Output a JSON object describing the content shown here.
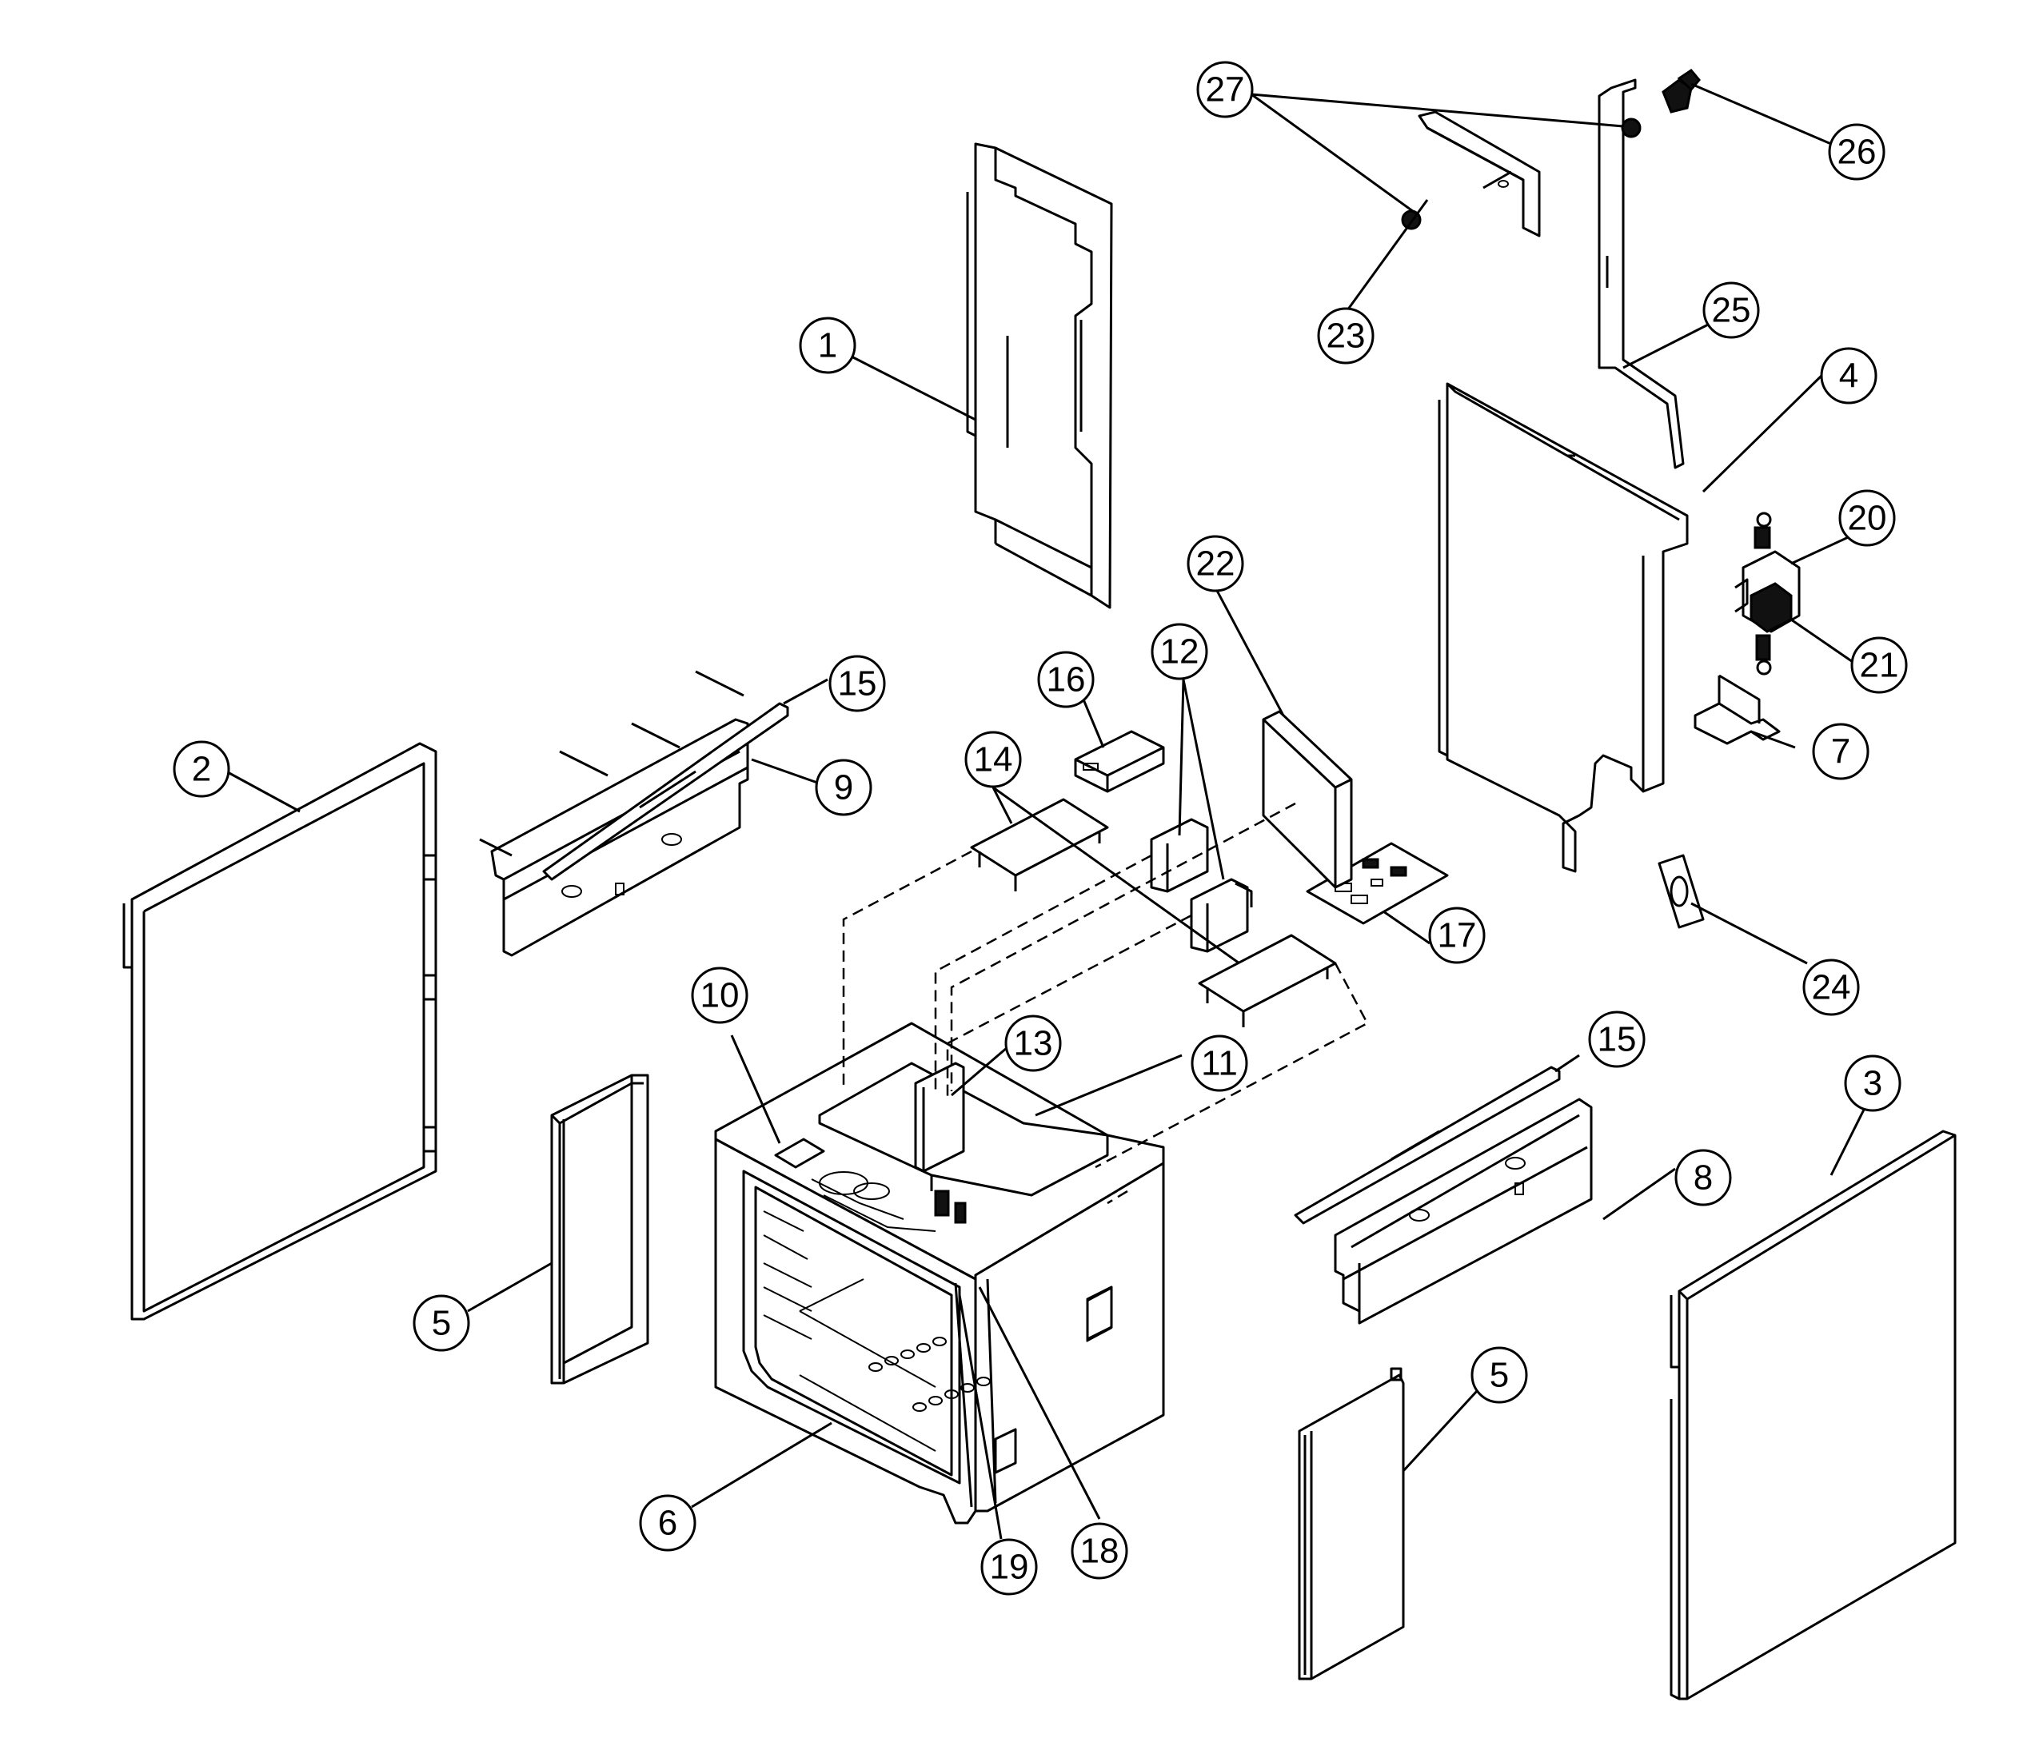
{
  "callouts": [
    {
      "id": "1",
      "label": "1"
    },
    {
      "id": "2",
      "label": "2"
    },
    {
      "id": "3",
      "label": "3"
    },
    {
      "id": "4",
      "label": "4"
    },
    {
      "id": "5a",
      "label": "5"
    },
    {
      "id": "5b",
      "label": "5"
    },
    {
      "id": "6",
      "label": "6"
    },
    {
      "id": "7",
      "label": "7"
    },
    {
      "id": "8",
      "label": "8"
    },
    {
      "id": "9",
      "label": "9"
    },
    {
      "id": "10",
      "label": "10"
    },
    {
      "id": "11",
      "label": "11"
    },
    {
      "id": "12",
      "label": "12"
    },
    {
      "id": "13",
      "label": "13"
    },
    {
      "id": "14",
      "label": "14"
    },
    {
      "id": "15a",
      "label": "15"
    },
    {
      "id": "15b",
      "label": "15"
    },
    {
      "id": "16",
      "label": "16"
    },
    {
      "id": "17",
      "label": "17"
    },
    {
      "id": "18",
      "label": "18"
    },
    {
      "id": "19",
      "label": "19"
    },
    {
      "id": "20",
      "label": "20"
    },
    {
      "id": "21",
      "label": "21"
    },
    {
      "id": "22",
      "label": "22"
    },
    {
      "id": "23",
      "label": "23"
    },
    {
      "id": "24",
      "label": "24"
    },
    {
      "id": "25",
      "label": "25"
    },
    {
      "id": "26",
      "label": "26"
    },
    {
      "id": "27",
      "label": "27"
    }
  ]
}
